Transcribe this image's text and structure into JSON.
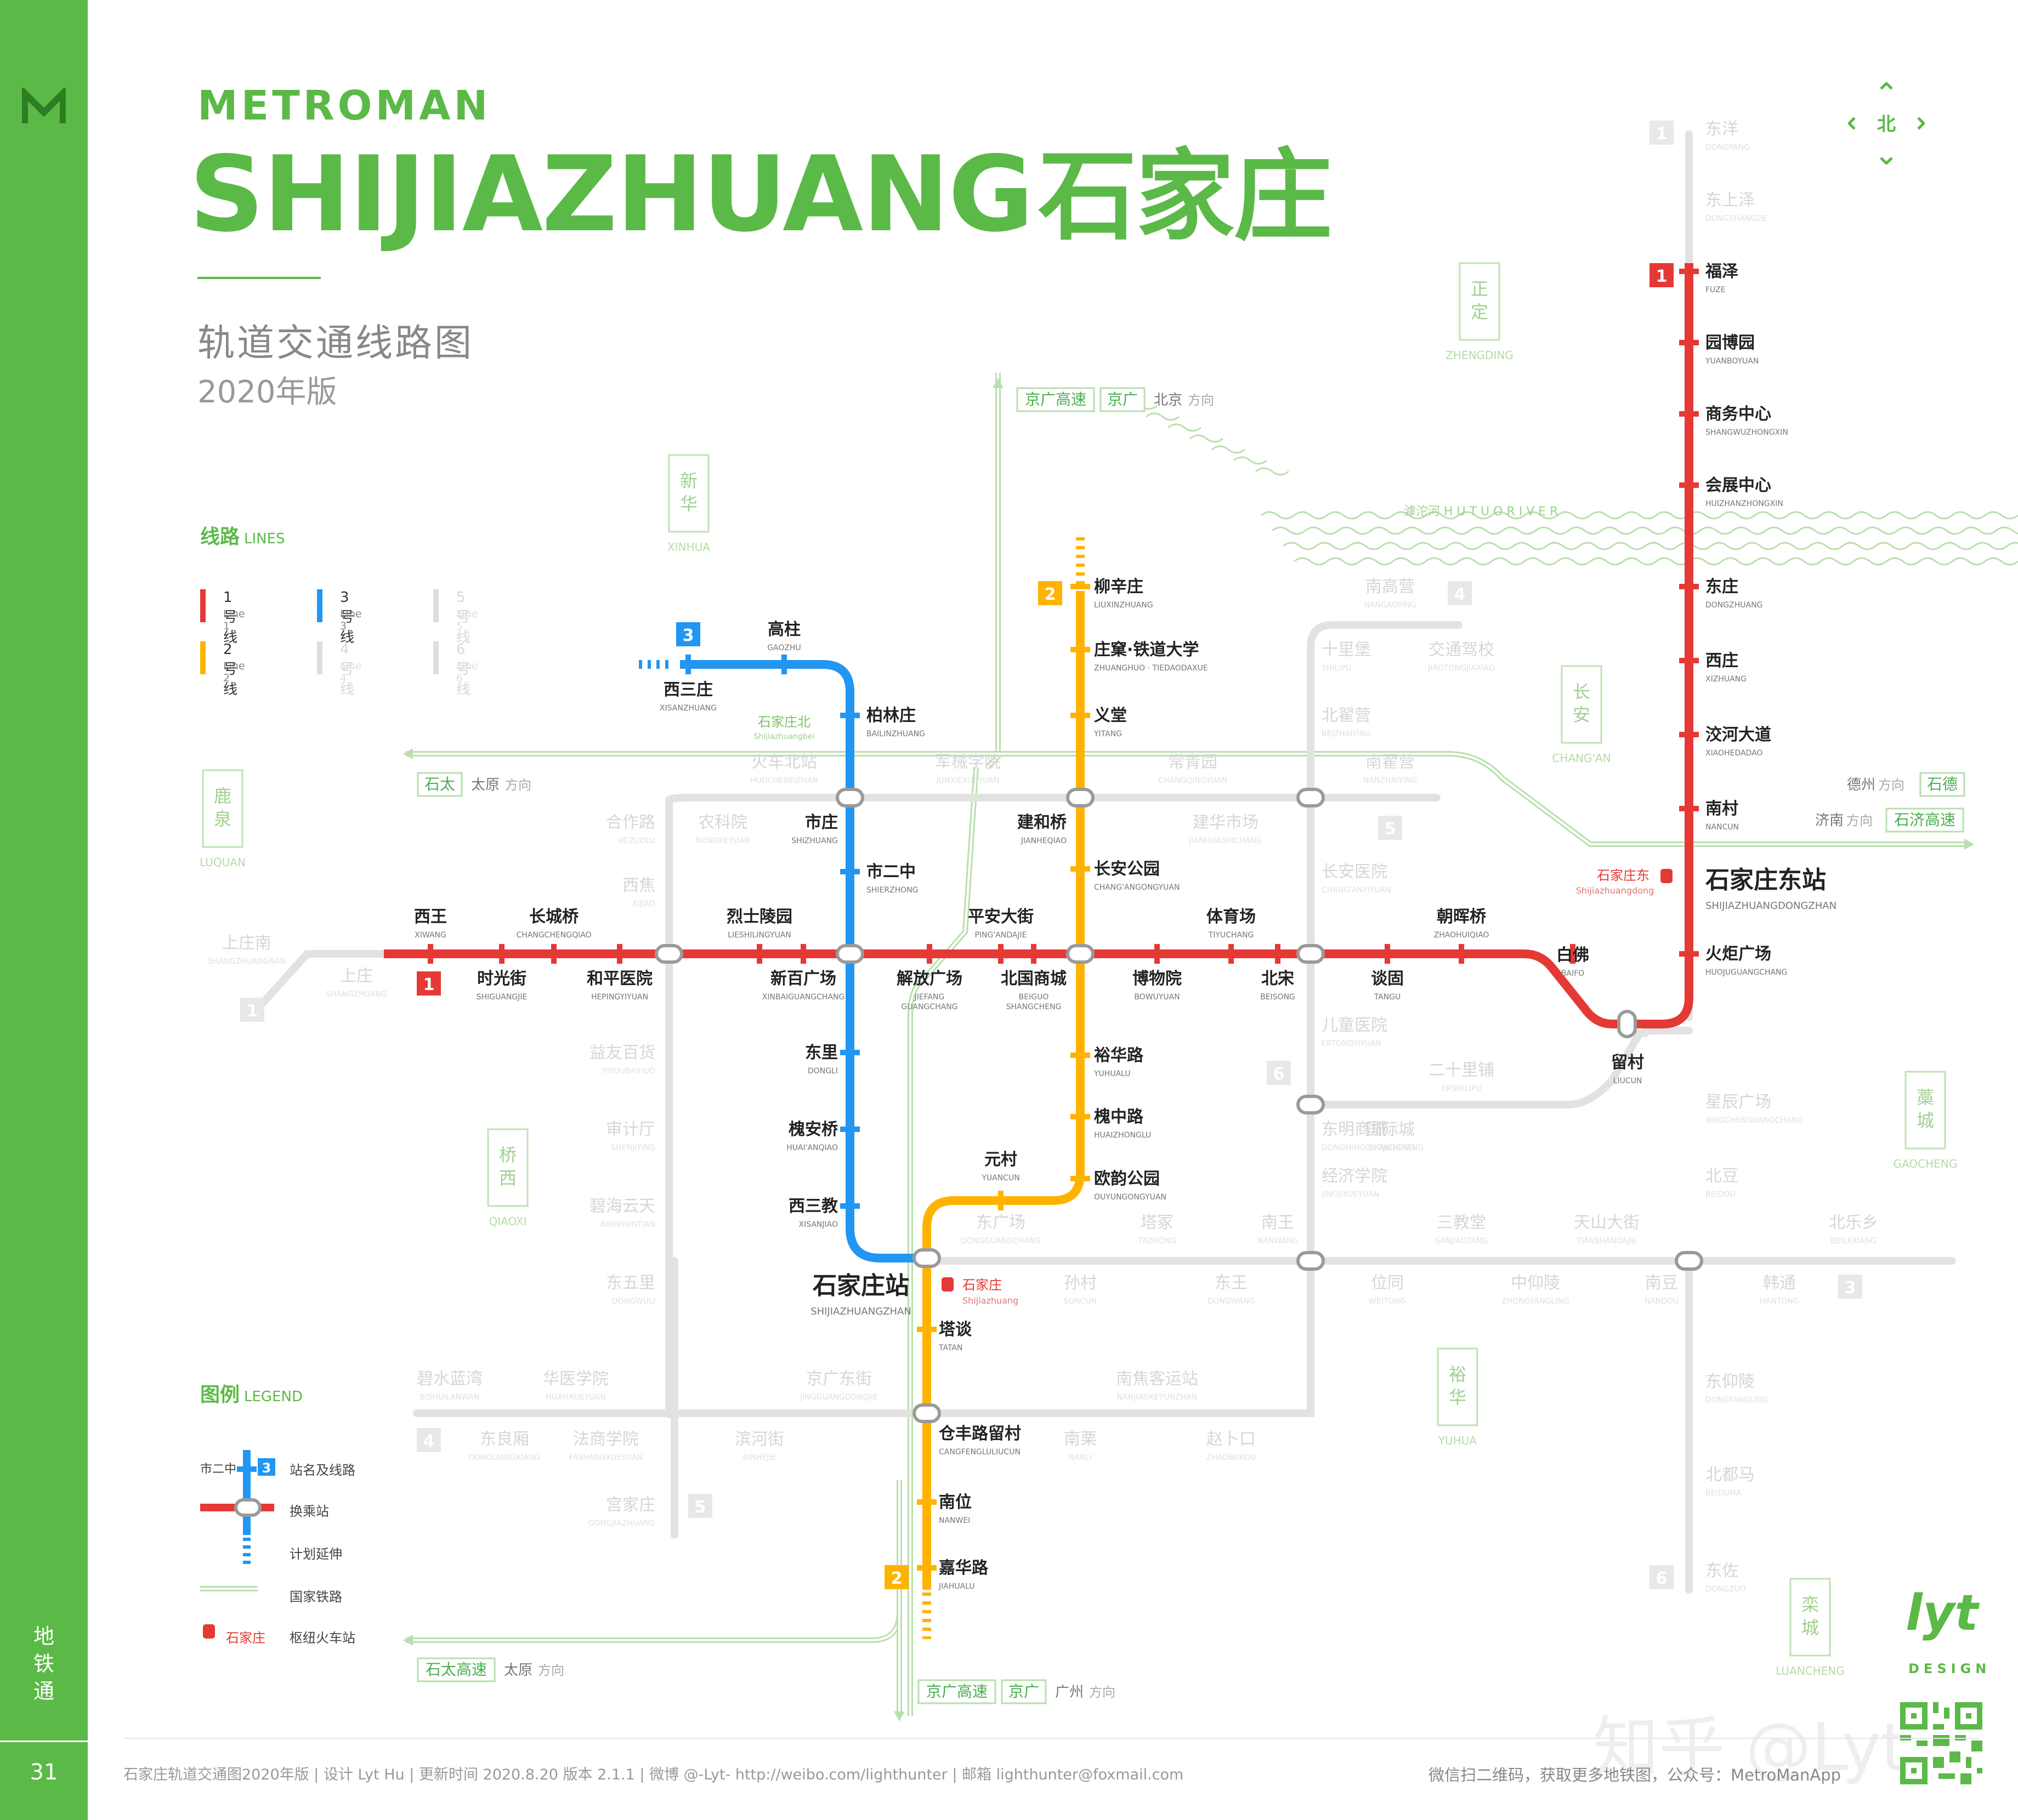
{
  "sidebar": {
    "vertical_text": [
      "地",
      "铁",
      "通"
    ],
    "page_number": "31"
  },
  "header": {
    "brand": "METROMAN",
    "city_en": "SHIJIAZHUANG",
    "city_cn": "石家庄",
    "subtitle": "轨道交通线路图",
    "year": "2020年版"
  },
  "compass": {
    "north": "北"
  },
  "lines_legend": {
    "title": "线路",
    "title_en": "LINES",
    "items": [
      {
        "cn": "1号线",
        "en": "Line 1",
        "color": "#e53935",
        "active": true
      },
      {
        "cn": "3号线",
        "en": "Line 3",
        "color": "#2196f3",
        "active": true
      },
      {
        "cn": "5号线",
        "en": "Line 5",
        "color": "#dddddd",
        "active": false
      },
      {
        "cn": "2号线",
        "en": "Line 2",
        "color": "#ffb300",
        "active": true
      },
      {
        "cn": "4号线",
        "en": "Line 4",
        "color": "#dddddd",
        "active": false
      },
      {
        "cn": "6号线",
        "en": "Line 6",
        "color": "#dddddd",
        "active": false
      }
    ]
  },
  "symbol_legend": {
    "title": "图例",
    "title_en": "LEGEND",
    "sample_station": "市二中",
    "sample_line": "3",
    "items": [
      "站名及线路",
      "换乘站",
      "计划延伸",
      "国家铁路",
      "枢纽火车站"
    ],
    "hub_sample": "石家庄"
  },
  "colors": {
    "line1": "#e53935",
    "line2": "#ffb300",
    "line3": "#2196f3",
    "planned": "#dddddd",
    "brand": "#5bb947",
    "rail": "#b9dfae"
  },
  "stations": {
    "line1": [
      {
        "cn": "福泽",
        "en": "FUZE"
      },
      {
        "cn": "园博园",
        "en": "YUANBOYUAN"
      },
      {
        "cn": "商务中心",
        "en": "SHANGWUZHONGXIN"
      },
      {
        "cn": "会展中心",
        "en": "HUIZHANZHONGXIN"
      },
      {
        "cn": "东庄",
        "en": "DONGZHUANG"
      },
      {
        "cn": "西庄",
        "en": "XIZHUANG"
      },
      {
        "cn": "洨河大道",
        "en": "XIAOHEDADAO"
      },
      {
        "cn": "南村",
        "en": "NANCUN"
      },
      {
        "cn": "石家庄东站",
        "en": "SHIJIAZHUANGDONGZHAN"
      },
      {
        "cn": "火炬广场",
        "en": "HUOJUGUANGCHANG"
      },
      {
        "cn": "留村",
        "en": "LIUCUN"
      },
      {
        "cn": "白佛",
        "en": "BAIFO"
      },
      {
        "cn": "朝晖桥",
        "en": "ZHAOHUIQIAO"
      },
      {
        "cn": "谈固",
        "en": "TANGU"
      },
      {
        "cn": "北宋",
        "en": "BEISONG"
      },
      {
        "cn": "体育场",
        "en": "TIYUCHANG"
      },
      {
        "cn": "博物院",
        "en": "BOWUYUAN"
      },
      {
        "cn": "北国商城",
        "en": "BEIGUO SHANGCHENG"
      },
      {
        "cn": "平安大街",
        "en": "PING'ANDAJIE"
      },
      {
        "cn": "解放广场",
        "en": "JIEFANG GUANGCHANG"
      },
      {
        "cn": "新百广场",
        "en": "XINBAIGUANGCHANG"
      },
      {
        "cn": "烈士陵园",
        "en": "LIESHILINGYUAN"
      },
      {
        "cn": "和平医院",
        "en": "HEPINGYIYUAN"
      },
      {
        "cn": "长城桥",
        "en": "CHANGCHENGQIAO"
      },
      {
        "cn": "时光街",
        "en": "SHIGUANGJIE"
      },
      {
        "cn": "西王",
        "en": "XIWANG"
      }
    ],
    "line2": [
      {
        "cn": "柳辛庄",
        "en": "LIUXINZHUANG"
      },
      {
        "cn": "庄窠·铁道大学",
        "en": "ZHUANGHUO · TIEDAODAXUE"
      },
      {
        "cn": "义堂",
        "en": "YITANG"
      },
      {
        "cn": "建和桥",
        "en": "JIANHEQIAO"
      },
      {
        "cn": "长安公园",
        "en": "CHANG'ANGONGYUAN"
      },
      {
        "cn": "裕华路",
        "en": "YUHUALU"
      },
      {
        "cn": "槐中路",
        "en": "HUAIZHONGLU"
      },
      {
        "cn": "欧韵公园",
        "en": "OUYUNGONGYUAN"
      },
      {
        "cn": "元村",
        "en": "YUANCUN"
      },
      {
        "cn": "塔谈",
        "en": "TATAN"
      },
      {
        "cn": "仓丰路留村",
        "en": "CANGFENGLULIUCUN"
      },
      {
        "cn": "南位",
        "en": "NANWEI"
      },
      {
        "cn": "嘉华路",
        "en": "JIAHUALU"
      }
    ],
    "line3": [
      {
        "cn": "西三庄",
        "en": "XISANZHUANG"
      },
      {
        "cn": "高柱",
        "en": "GAOZHU"
      },
      {
        "cn": "柏林庄",
        "en": "BAILINZHUANG"
      },
      {
        "cn": "市庄",
        "en": "SHIZHUANG"
      },
      {
        "cn": "市二中",
        "en": "SHIERZHONG"
      },
      {
        "cn": "东里",
        "en": "DONGLI"
      },
      {
        "cn": "槐安桥",
        "en": "HUAI'ANQIAO"
      },
      {
        "cn": "西三教",
        "en": "XISANJIAO"
      },
      {
        "cn": "石家庄站",
        "en": "SHIJIAZHUANGZHAN"
      }
    ],
    "planned": [
      {
        "cn": "东洋",
        "en": "DONGYANG"
      },
      {
        "cn": "东上泽",
        "en": "DONGSHANGZE"
      },
      {
        "cn": "上庄南",
        "en": "SHANGZHUANGNAN"
      },
      {
        "cn": "上庄",
        "en": "SHANGZHUANG"
      },
      {
        "cn": "火车北站",
        "en": "HUOCHEBEIZHAN"
      },
      {
        "cn": "军械学院",
        "en": "JUNXIEXUEYUAN"
      },
      {
        "cn": "常青园",
        "en": "CHANGQINGYUAN"
      },
      {
        "cn": "南翟营",
        "en": "NANZHAIYING"
      },
      {
        "cn": "合作路",
        "en": "HEZUOLU"
      },
      {
        "cn": "农科院",
        "en": "NONGKEYUAN"
      },
      {
        "cn": "建华市场",
        "en": "JIANHUASHICHANG"
      },
      {
        "cn": "西焦",
        "en": "XIJIAO"
      },
      {
        "cn": "长安医院",
        "en": "CHANG'ANYIYUAN"
      },
      {
        "cn": "南高营",
        "en": "NANGAOYING"
      },
      {
        "cn": "十里堡",
        "en": "SHILIPU"
      },
      {
        "cn": "交通驾校",
        "en": "JIAOTONGJIAXIAO"
      },
      {
        "cn": "北翟营",
        "en": "BEIZHAIYING"
      },
      {
        "cn": "儿童医院",
        "en": "ERTONGYIYUAN"
      },
      {
        "cn": "二十里铺",
        "en": "ERSHILIPU"
      },
      {
        "cn": "东明商城",
        "en": "DONGMING SHANGCHENG"
      },
      {
        "cn": "国际城",
        "en": "GUOJICHENG"
      },
      {
        "cn": "经济学院",
        "en": "JINGJIXUEYUAN"
      },
      {
        "cn": "星辰广场",
        "en": "XINGCHENGUANGCHANG"
      },
      {
        "cn": "北豆",
        "en": "BEIDOU"
      },
      {
        "cn": "益友百货",
        "en": "YIYOUBAIHUO"
      },
      {
        "cn": "审计厅",
        "en": "SHENJITING"
      },
      {
        "cn": "碧海云天",
        "en": "BIHAIYUNTIAN"
      },
      {
        "cn": "东五里",
        "en": "DONGWULI"
      },
      {
        "cn": "东广场",
        "en": "DONGGUANGCHANG"
      },
      {
        "cn": "塔冢",
        "en": "TAZHONG"
      },
      {
        "cn": "南王",
        "en": "NANWANG"
      },
      {
        "cn": "三教堂",
        "en": "SANJIAOTANG"
      },
      {
        "cn": "天山大街",
        "en": "TIANSHANDAJIE"
      },
      {
        "cn": "北乐乡",
        "en": "BEILEXIANG"
      },
      {
        "cn": "孙村",
        "en": "SUNCUN"
      },
      {
        "cn": "东王",
        "en": "DONGWANG"
      },
      {
        "cn": "位同",
        "en": "WEITONG"
      },
      {
        "cn": "中仰陵",
        "en": "ZHONGYANGLING"
      },
      {
        "cn": "南豆",
        "en": "NANDOU"
      },
      {
        "cn": "韩通",
        "en": "HANTONG"
      },
      {
        "cn": "碧水蓝湾",
        "en": "BISHUILANWAN"
      },
      {
        "cn": "华医学院",
        "en": "HUAYIXUEYUAN"
      },
      {
        "cn": "京广东街",
        "en": "JINGGUANGDONGJIE"
      },
      {
        "cn": "南焦客运站",
        "en": "NANJIAOKEYUNZHAN"
      },
      {
        "cn": "东仰陵",
        "en": "DONGYANGLING"
      },
      {
        "cn": "东良厢",
        "en": "DONGLIANGXIANG"
      },
      {
        "cn": "法商学院",
        "en": "FASHANGXUEYUAN"
      },
      {
        "cn": "滨河街",
        "en": "BINHEJIE"
      },
      {
        "cn": "南栗",
        "en": "NANLI"
      },
      {
        "cn": "赵卜口",
        "en": "ZHAOBUKOU"
      },
      {
        "cn": "北都马",
        "en": "BEIDUMA"
      },
      {
        "cn": "宫家庄",
        "en": "GONGJIAZHUANG"
      },
      {
        "cn": "东佐",
        "en": "DONGZUO"
      }
    ]
  },
  "rail": {
    "shijiazhuang_north": {
      "cn": "石家庄北",
      "en": "Shijiazhuangbei"
    },
    "shijiazhuang_east": {
      "cn": "石家庄东",
      "en": "Shijiazhuangdong"
    },
    "shijiazhuang": {
      "cn": "石家庄",
      "en": "Shijiazhuang"
    },
    "direction_word": "方向",
    "dirs": [
      {
        "tags": [
          "京广高速",
          "京广"
        ],
        "city": "北京"
      },
      {
        "tags": [
          "石太"
        ],
        "city": "太原"
      },
      {
        "tags": [
          "石德"
        ],
        "city": "德州"
      },
      {
        "tags": [
          "石济高速"
        ],
        "city": "济南"
      },
      {
        "tags": [
          "石太高速"
        ],
        "city": "太原"
      },
      {
        "tags": [
          "京广高速",
          "京广"
        ],
        "city": "广州"
      }
    ]
  },
  "districts": [
    {
      "cn": "正定",
      "en": "ZHENGDING"
    },
    {
      "cn": "新华",
      "en": "XINHUA"
    },
    {
      "cn": "长安",
      "en": "CHANG'AN"
    },
    {
      "cn": "鹿泉",
      "en": "LUQUAN"
    },
    {
      "cn": "桥西",
      "en": "QIAOXI"
    },
    {
      "cn": "藁城",
      "en": "GAOCHENG"
    },
    {
      "cn": "裕华",
      "en": "YUHUA"
    },
    {
      "cn": "栾城",
      "en": "LUANCHENG"
    }
  ],
  "river": "滹沱河   H U T U O   R I V E R",
  "footer": {
    "text": "石家庄轨道交通图2020年版   |   设计  Lyt Hu   |   更新时间 2020.8.20  版本 2.1.1   |   微博 @-Lyt-  http://weibo.com/lighthunter   |   邮箱 lighthunter@foxmail.com",
    "right": "微信扫二维码，获取更多地铁图，公众号：MetroManApp",
    "watermark": "知乎 @Lyt"
  },
  "credit": {
    "logo": "lyt",
    "tag": "DESIGN"
  }
}
